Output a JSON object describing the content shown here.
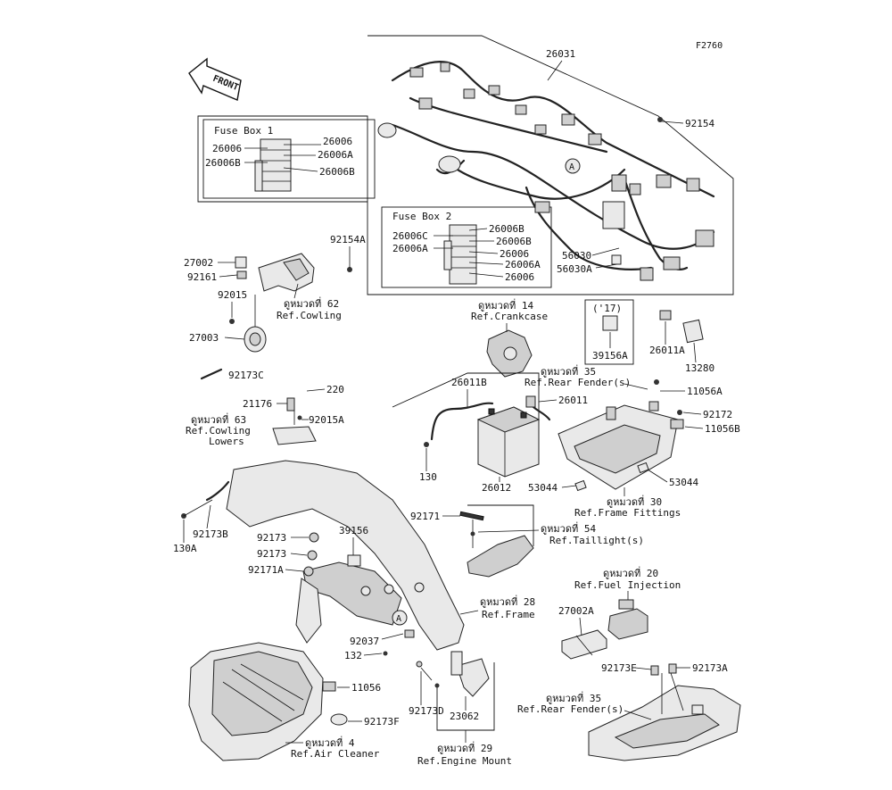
{
  "figure_code": "F2760",
  "front_label": "FRONT",
  "callout_letter": "A",
  "fuse_box_1": {
    "title": "Fuse Box 1",
    "left": [
      "26006",
      "26006B"
    ],
    "right": [
      "26006",
      "26006A",
      "26006B"
    ]
  },
  "fuse_box_2": {
    "title": "Fuse Box 2",
    "left": [
      "26006C",
      "26006A"
    ],
    "right": [
      "26006B",
      "26006B",
      "26006",
      "26006A",
      "26006"
    ]
  },
  "year_box": {
    "year": "('17)",
    "part": "39156A"
  },
  "labels": {
    "p26031": "26031",
    "p92154": "92154",
    "p56030": "56030",
    "p56030A": "56030A",
    "p92154A": "92154A",
    "p27002": "27002",
    "p92161": "92161",
    "p92015": "92015",
    "p27003": "27003",
    "p26011A": "26011A",
    "p13280": "13280",
    "p92173C": "92173C",
    "p220": "220",
    "p21176": "21176",
    "p92015A": "92015A",
    "p26011B": "26011B",
    "p26011": "26011",
    "p130": "130",
    "p26012": "26012",
    "p11056A": "11056A",
    "p92172": "92172",
    "p11056B": "11056B",
    "p53044a": "53044",
    "p53044b": "53044",
    "p130A": "130A",
    "p92173B": "92173B",
    "p92173a": "92173",
    "p92173b": "92173",
    "p39156": "39156",
    "p92171A": "92171A",
    "p92171": "92171",
    "p92037": "92037",
    "p132": "132",
    "p11056": "11056",
    "p92173F": "92173F",
    "p92173D": "92173D",
    "p23062": "23062",
    "p27002A": "27002A",
    "p92173E": "92173E",
    "p92173A": "92173A"
  },
  "refs": {
    "r62a": "ดูหมวดที่ 62",
    "r62b": "Ref.Cowling",
    "r14a": "ดูหมวดที่ 14",
    "r14b": "Ref.Crankcase",
    "r35a": "ดูหมวดที่ 35",
    "r35b": "Ref.Rear Fender(s)",
    "r63a": "ดูหมวดที่ 63",
    "r63b": "Ref.Cowling",
    "r63c": "Lowers",
    "r30a": "ดูหมวดที่ 30",
    "r30b": "Ref.Frame Fittings",
    "r54a": "ดูหมวดที่ 54",
    "r54b": "Ref.Taillight(s)",
    "r20a": "ดูหมวดที่ 20",
    "r20b": "Ref.Fuel Injection",
    "r28a": "ดูหมวดที่ 28",
    "r28b": "Ref.Frame",
    "r35c": "ดูหมวดที่ 35",
    "r35d": "Ref.Rear Fender(s)",
    "r4a": "ดูหมวดที่ 4",
    "r4b": "Ref.Air Cleaner",
    "r29a": "ดูหมวดที่ 29",
    "r29b": "Ref.Engine Mount"
  }
}
